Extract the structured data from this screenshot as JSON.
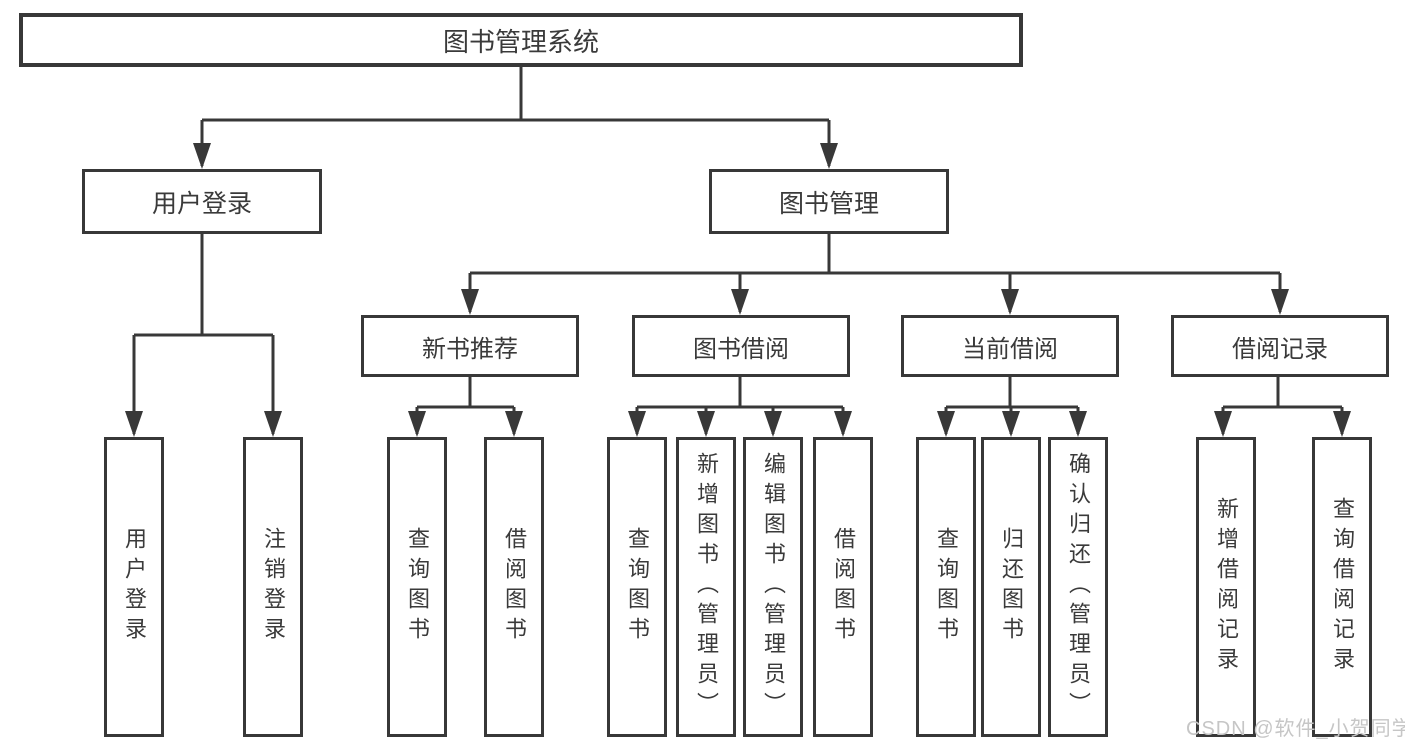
{
  "diagram": {
    "root": "图书管理系统",
    "level2": {
      "user_login": "用户登录",
      "book_management": "图书管理"
    },
    "user_login_children": [
      "用户登录",
      "注销登录"
    ],
    "book_management_groups": [
      {
        "label": "新书推荐",
        "children": [
          "查询图书",
          "借阅图书"
        ]
      },
      {
        "label": "图书借阅",
        "children": [
          "查询图书",
          "新增图书（管理员）",
          "编辑图书（管理员）",
          "借阅图书"
        ]
      },
      {
        "label": "当前借阅",
        "children": [
          "查询图书",
          "归还图书",
          "确认归还（管理员）"
        ]
      },
      {
        "label": "借阅记录",
        "children": [
          "新增借阅记录",
          "查询借阅记录"
        ]
      }
    ],
    "colors": {
      "line": "#383838",
      "text": "#3a3a3a",
      "background": "#ffffff",
      "watermark": "#c6c6c6"
    }
  },
  "watermark": {
    "text": "CSDN @软件_小贺同学"
  }
}
